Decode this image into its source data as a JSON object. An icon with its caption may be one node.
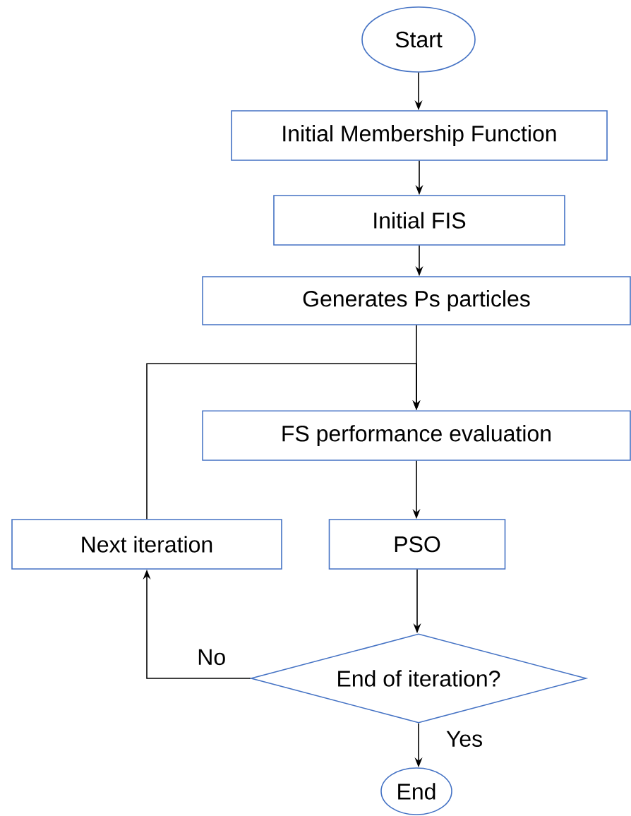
{
  "diagram": {
    "nodes": [
      {
        "text": [
          "Start"
        ]
      },
      {
        "text": [
          "Initial Membership Function"
        ]
      },
      {
        "text": [
          "Initial FIS"
        ]
      },
      {
        "text": [
          "Generates Ps particles"
        ]
      },
      {
        "text": [
          "FS performance evaluation"
        ]
      },
      {
        "text": [
          "Next iteration"
        ]
      },
      {
        "text": [
          "PSO"
        ]
      },
      {
        "text": [
          "End of iteration?"
        ]
      },
      {
        "text": [
          "End"
        ]
      }
    ],
    "edges": [
      {
        "from": 0,
        "to": 1,
        "arrow": "to"
      },
      {
        "from": 1,
        "to": 2,
        "arrow": "to"
      },
      {
        "from": 2,
        "to": 3,
        "arrow": "to"
      },
      {
        "from": 3,
        "to": 4,
        "arrow": "to"
      },
      {
        "from": 4,
        "to": 6,
        "arrow": "to"
      },
      {
        "from": 6,
        "to": 7,
        "arrow": "to"
      },
      {
        "from": 7,
        "to": 8,
        "arrow": "to",
        "label": "Yes"
      },
      {
        "from": 7,
        "to": 5,
        "arrow": "to",
        "label": "No"
      },
      {
        "from": 5,
        "to": 4,
        "arrow": "to"
      }
    ]
  }
}
